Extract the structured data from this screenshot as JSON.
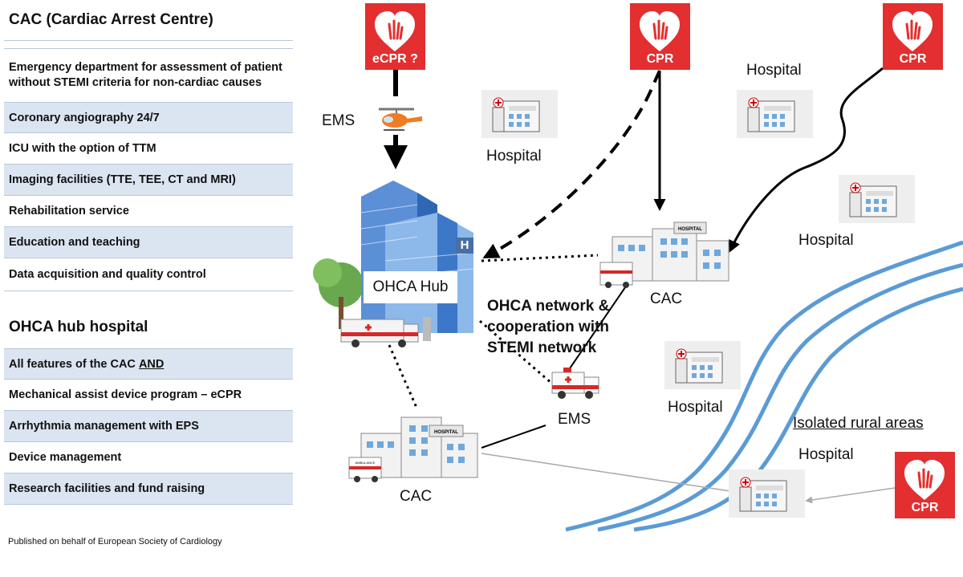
{
  "cac_panel": {
    "title": "CAC (Cardiac Arrest Centre)",
    "rows": [
      "Emergency department for assessment of patient without STEMI criteria for non-cardiac causes",
      "Coronary angiography 24/7",
      "ICU with the option of TTM",
      "Imaging facilities (TTE, TEE, CT and MRI)",
      "Rehabilitation service",
      "Education and teaching",
      "Data acquisition and quality control"
    ]
  },
  "hub_panel": {
    "title": "OHCA hub hospital",
    "row0_prefix": "All features of the CAC ",
    "row0_emph": "AND",
    "rows": [
      "Mechanical assist device program – eCPR",
      "Arrhythmia management with EPS",
      "Device management",
      "Research facilities and fund raising"
    ]
  },
  "footer": "Published on behalf of  European Society of Cardiology",
  "diagram": {
    "ecpr_label": "eCPR ?",
    "cpr_label": "CPR",
    "ems_label": "EMS",
    "hospital_label": "Hospital",
    "hub_label": "OHCA Hub",
    "h_sign": "H",
    "cac_label": "CAC",
    "network_label": "OHCA network & cooperation with STEMI network",
    "rural_label": "Isolated rural areas",
    "building_sign": "HOSPITAL",
    "ambulance_sign": "AMBULANCE"
  },
  "colors": {
    "cpr_red": "#e32f2f",
    "river_blue": "#5b9bd5",
    "panel_blue": "#dbe5f1"
  }
}
